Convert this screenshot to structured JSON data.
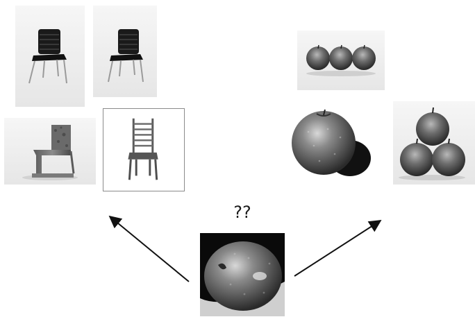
{
  "query_label": "??",
  "groups": [
    {
      "category": "chair",
      "images": [
        "metal-frame-chair",
        "metal-frame-chair",
        "cantilever-wood-chair",
        "ladder-back-chair"
      ]
    },
    {
      "category": "apple",
      "images": [
        "three-apples-row",
        "single-apple-shadow",
        "stacked-apples"
      ]
    }
  ],
  "query_image": "apple-closeup",
  "arrow_targets": [
    "chair-group",
    "apple-group"
  ],
  "colors": {
    "background": "#ffffff",
    "ink": "#111111",
    "query_bg": "#0a0a0a"
  }
}
